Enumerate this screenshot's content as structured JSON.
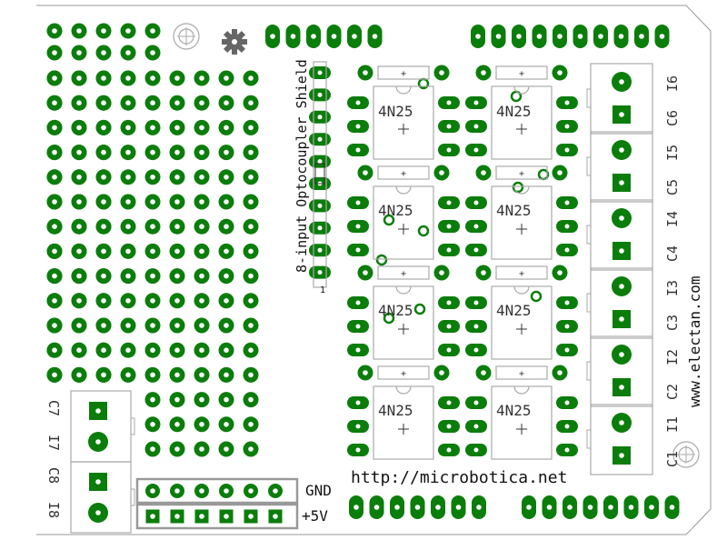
{
  "board": {
    "vertical_title": "8-input Optocoupler Shield",
    "url_bottom": "http://microbotica.net",
    "url_side": "www.electan.com",
    "gnd_label": "GND",
    "vcc_label": "+5V",
    "pin1_label": "1"
  },
  "chips": [
    {
      "label": "4N25"
    },
    {
      "label": "4N25"
    },
    {
      "label": "4N25"
    },
    {
      "label": "4N25"
    },
    {
      "label": "4N25"
    },
    {
      "label": "4N25"
    },
    {
      "label": "4N25"
    },
    {
      "label": "4N25"
    }
  ],
  "right_terminals": [
    {
      "a": "I6",
      "b": "C6"
    },
    {
      "a": "I5",
      "b": "C5"
    },
    {
      "a": "I4",
      "b": "C4"
    },
    {
      "a": "I3",
      "b": "C3"
    },
    {
      "a": "I2",
      "b": "C2"
    },
    {
      "a": "I1",
      "b": "C1"
    }
  ],
  "left_terminals": [
    {
      "a": "C7",
      "b": "I7"
    },
    {
      "a": "C8",
      "b": "I8"
    }
  ],
  "colors": {
    "pad": "#0b7d0b",
    "outline": "#aaaaaa",
    "silk": "#222222"
  }
}
